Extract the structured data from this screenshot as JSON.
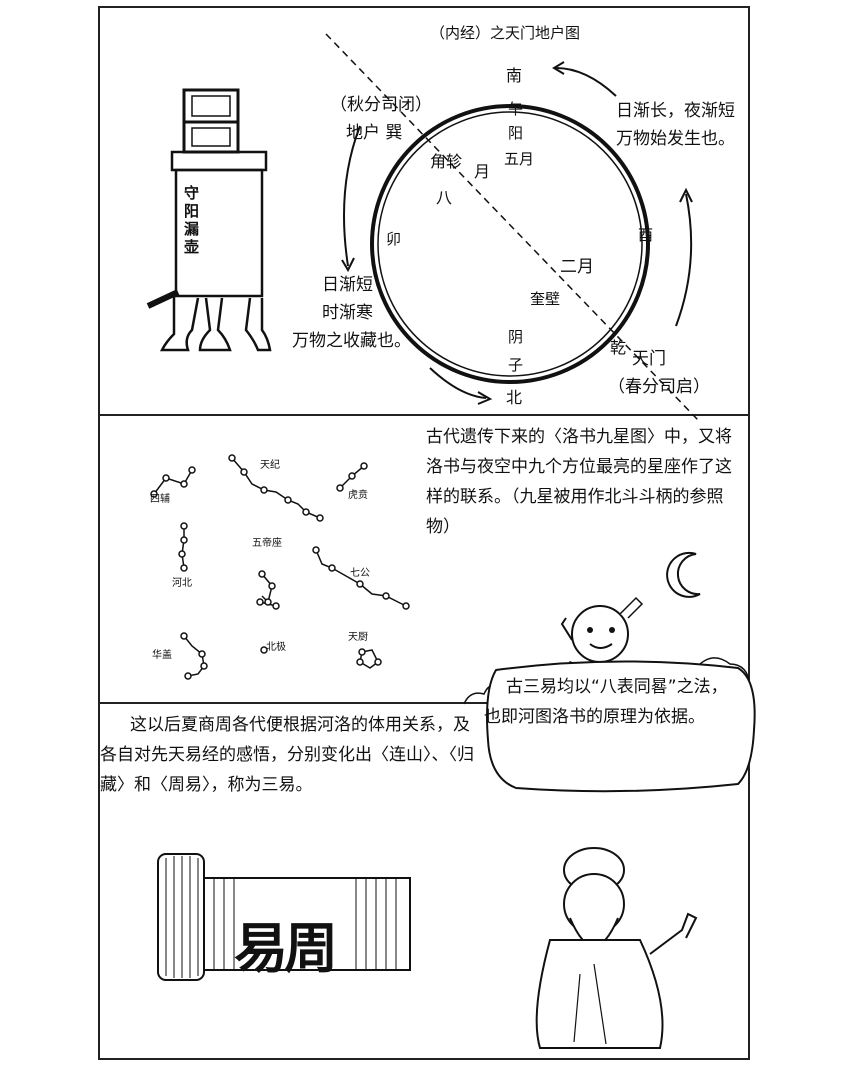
{
  "panel1": {
    "title": "（内经）之天门地户图",
    "south": "南",
    "north": "北",
    "wu": "午",
    "yang": "阳",
    "wuyue": "五月",
    "zi": "子",
    "yin": "阴",
    "mao": "卯",
    "you": "酉",
    "jiaozhen": "角轸",
    "yue": "月",
    "ba": "八",
    "eryue": "二月",
    "kuibi": "奎壁",
    "qian": "乾",
    "autumn_close": "（秋分司闭）",
    "dihu_xun": "地户 巽",
    "day_short": "日渐短",
    "time_cold": "时渐寒",
    "harvest": "万物之收藏也。",
    "day_long": "日渐长，夜渐短",
    "grow": "万物始发生也。",
    "tianmen": "天门",
    "spring_open": "（春分司启）",
    "vessel_label": "守阳漏壶"
  },
  "panel2": {
    "text": "古代遗传下来的〈洛书九星图〉中，又将洛书与夜空中九个方位最亮的星座作了这样的联系。（九星被用作北斗斗柄的参照物）",
    "stars": [
      "四辅",
      "天纪",
      "虎贲",
      "河北",
      "五帝座",
      "七公",
      "华盖",
      "北极",
      "天厨"
    ]
  },
  "panel3": {
    "left_text": "这以后夏商周各代便根据河洛的体用关系，及各自对先天易经的感悟，分别变化出〈连山〉、〈归藏〉和〈周易〉，称为三易。",
    "bubble_text": "古三易均以“八表同晷”之法，也即河图洛书的原理为依据。",
    "scroll_title": "易周"
  }
}
